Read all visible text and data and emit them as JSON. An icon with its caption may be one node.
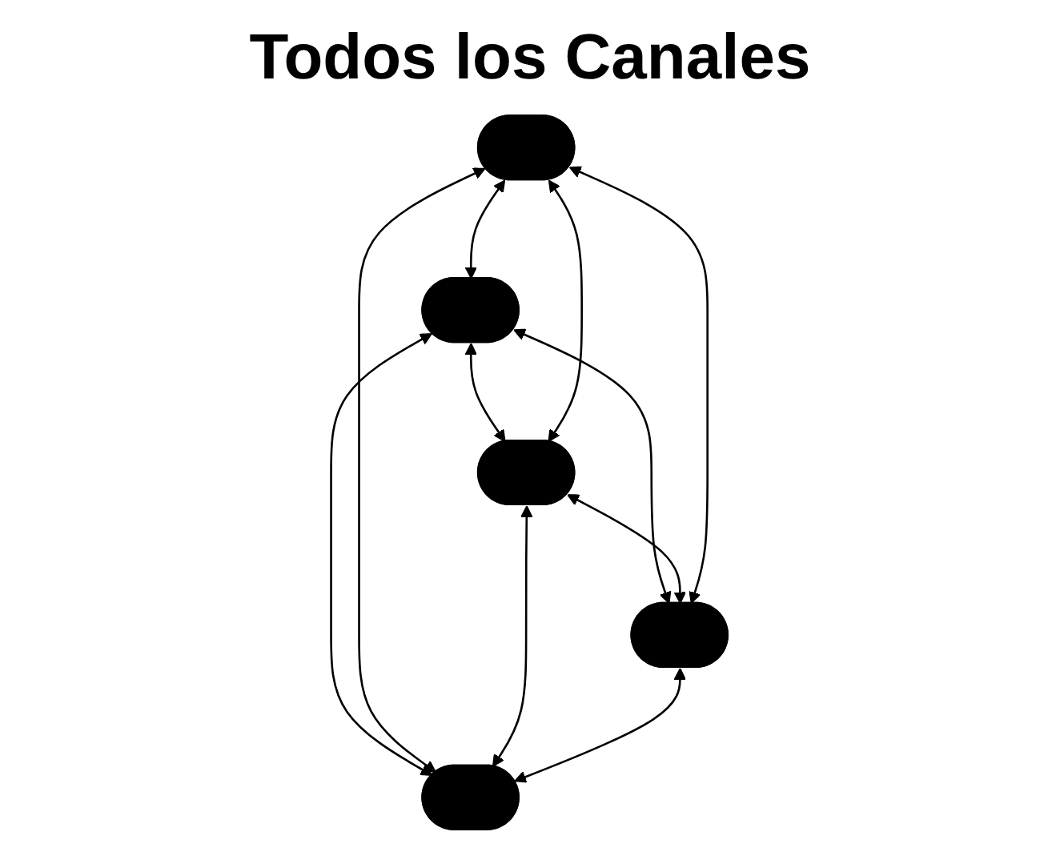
{
  "diagram": {
    "title": "Todos los Canales",
    "nodes": [
      {
        "text": [],
        "shape": "ellipse"
      },
      {
        "text": [],
        "shape": "ellipse"
      },
      {
        "text": [],
        "shape": "ellipse"
      },
      {
        "text": [],
        "shape": "ellipse"
      },
      {
        "text": [],
        "shape": "ellipse"
      }
    ],
    "edges": [
      {
        "from": 1,
        "to": 0,
        "arrow": "both"
      },
      {
        "from": 0,
        "to": 2,
        "arrow": "both"
      },
      {
        "from": 1,
        "to": 2,
        "arrow": "both"
      },
      {
        "from": 0,
        "to": 3,
        "arrow": "both"
      },
      {
        "from": 0,
        "to": 4,
        "arrow": "both"
      },
      {
        "from": 1,
        "to": 4,
        "arrow": "both"
      },
      {
        "from": 2,
        "to": 3,
        "arrow": "both"
      },
      {
        "from": 1,
        "to": 3,
        "arrow": "both"
      },
      {
        "from": 2,
        "to": 4,
        "arrow": "both"
      },
      {
        "from": 3,
        "to": 4,
        "arrow": "both"
      }
    ]
  }
}
